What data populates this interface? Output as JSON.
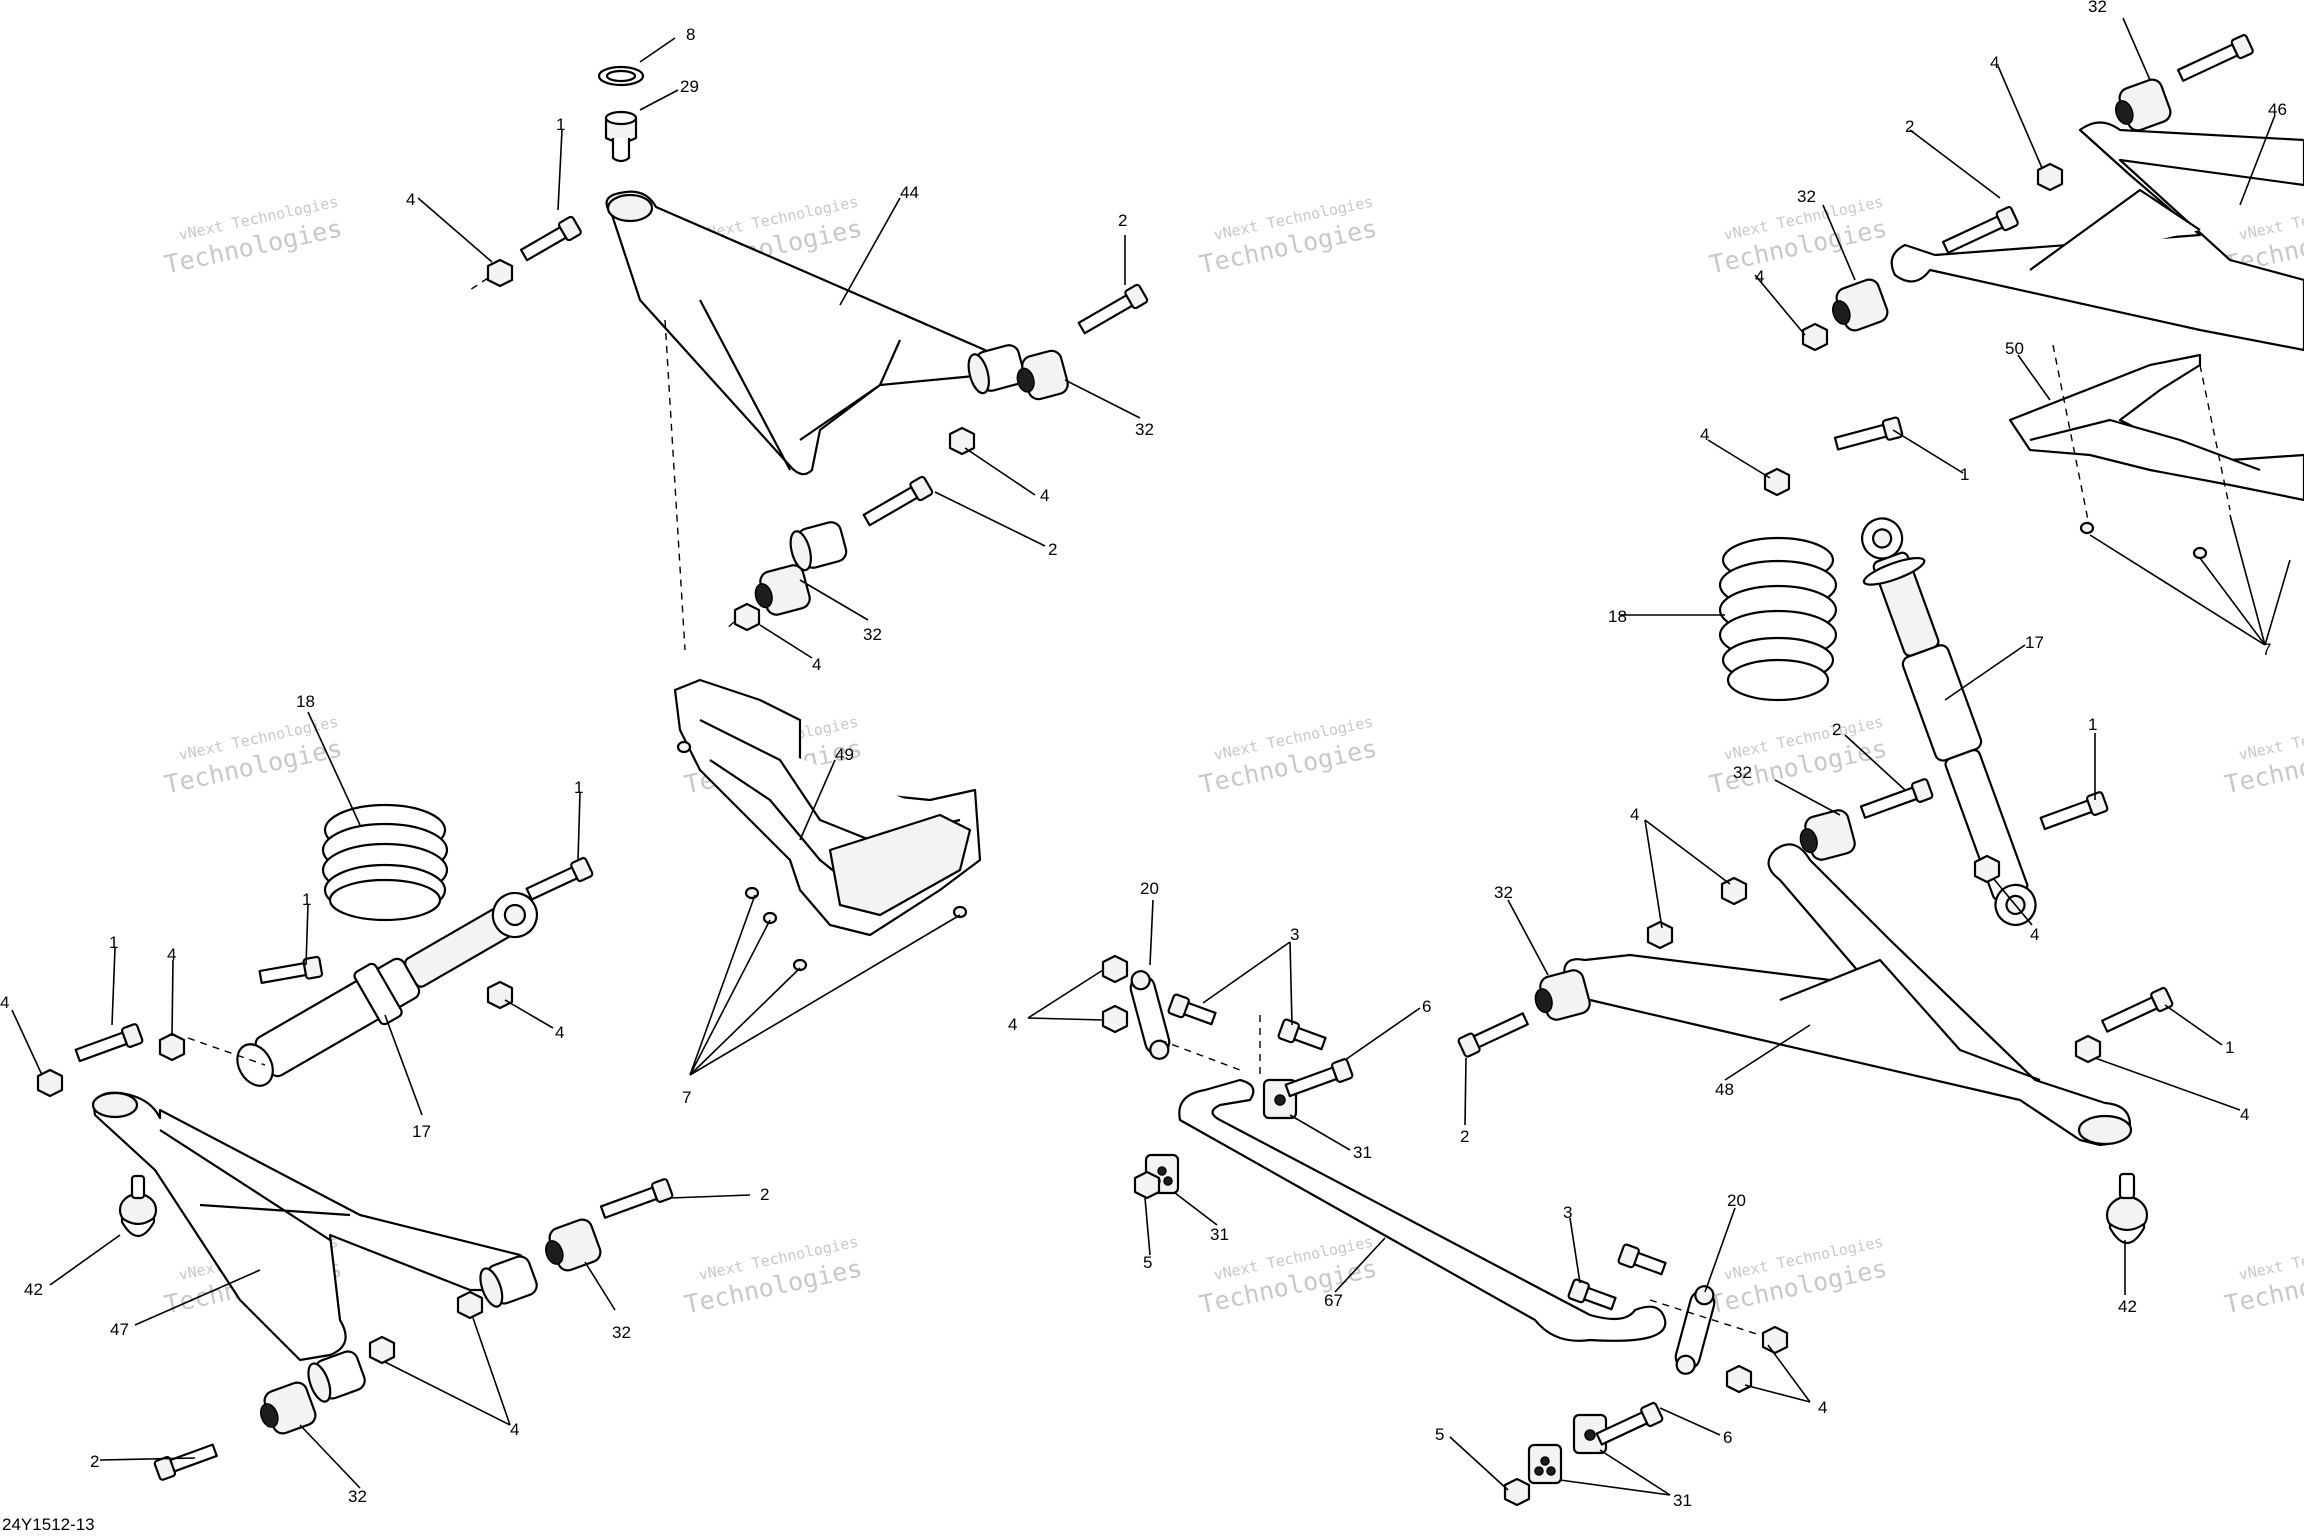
{
  "diagram_ref": "24Y1512-13",
  "watermark": {
    "line1": "vNext Technologies",
    "line2": "Technologies"
  },
  "callouts": {
    "c1": "8",
    "c2": "29",
    "c3": "1",
    "c4": "4",
    "c5": "44",
    "c6": "2",
    "c7": "32",
    "c8": "4",
    "c9": "2",
    "c10": "32",
    "c11": "4",
    "c12": "49",
    "c13": "7",
    "c14": "18",
    "c15": "1",
    "c16": "1",
    "c17": "1",
    "c18": "4",
    "c19": "4",
    "c20": "4",
    "c21": "17",
    "c22": "2",
    "c23": "42",
    "c24": "47",
    "c25": "32",
    "c26": "4",
    "c27": "2",
    "c28": "32",
    "c29": "20",
    "c30": "3",
    "c31": "4",
    "c32": "6",
    "c33": "31",
    "c34": "31",
    "c35": "5",
    "c36": "67",
    "c37": "3",
    "c38": "20",
    "c39": "4",
    "c40": "6",
    "c41": "5",
    "c42": "31",
    "c43": "32",
    "c44": "4",
    "c45": "2",
    "c46": "48",
    "c47": "1",
    "c48": "4",
    "c49": "42",
    "c50": "32",
    "c51": "4",
    "c52": "46",
    "c53": "2",
    "c54": "32",
    "c55": "4",
    "c56": "50",
    "c57": "4",
    "c58": "1",
    "c59": "18",
    "c60": "17",
    "c61": "7",
    "c62": "2",
    "c63": "32",
    "c64": "1",
    "c65": "4"
  }
}
